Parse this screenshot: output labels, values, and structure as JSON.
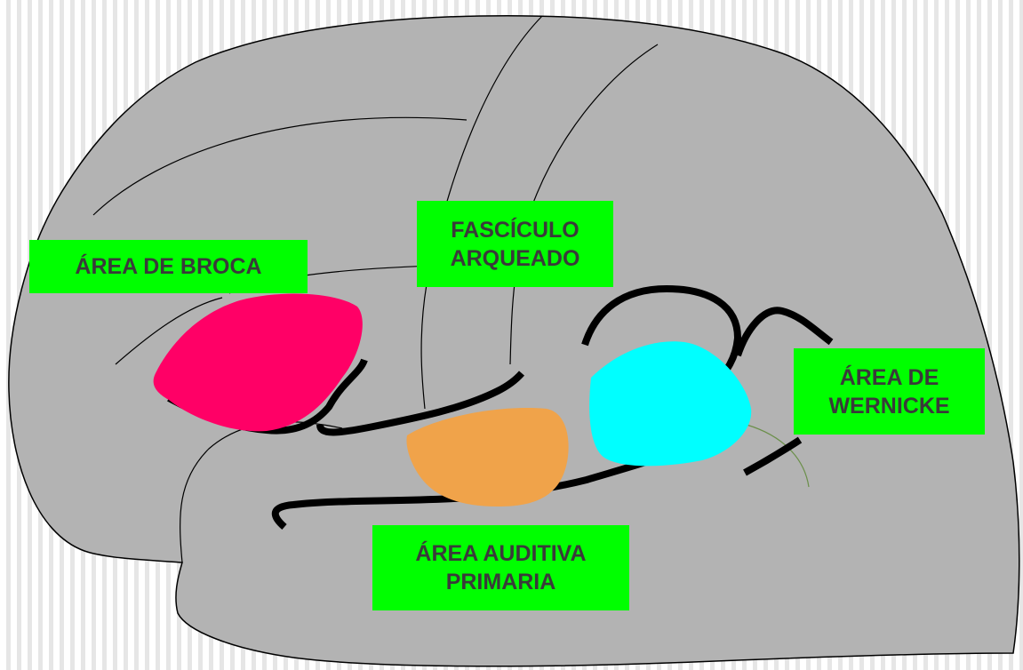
{
  "colors": {
    "brain_fill": "#b3b3b3",
    "broca_area": "#ff0066",
    "auditory_area": "#f0a34a",
    "wernicke_area": "#00ffff",
    "label_background": "#00ff00",
    "label_text": "#3a3a3a"
  },
  "labels": {
    "broca": "ÁREA DE BROCA",
    "fasciculo_line1": "FASCÍCULO",
    "fasciculo_line2": "ARQUEADO",
    "wernicke_line1": "ÁREA DE",
    "wernicke_line2": "WERNICKE",
    "auditiva_line1": "ÁREA AUDITIVA",
    "auditiva_line2": "PRIMARIA"
  }
}
